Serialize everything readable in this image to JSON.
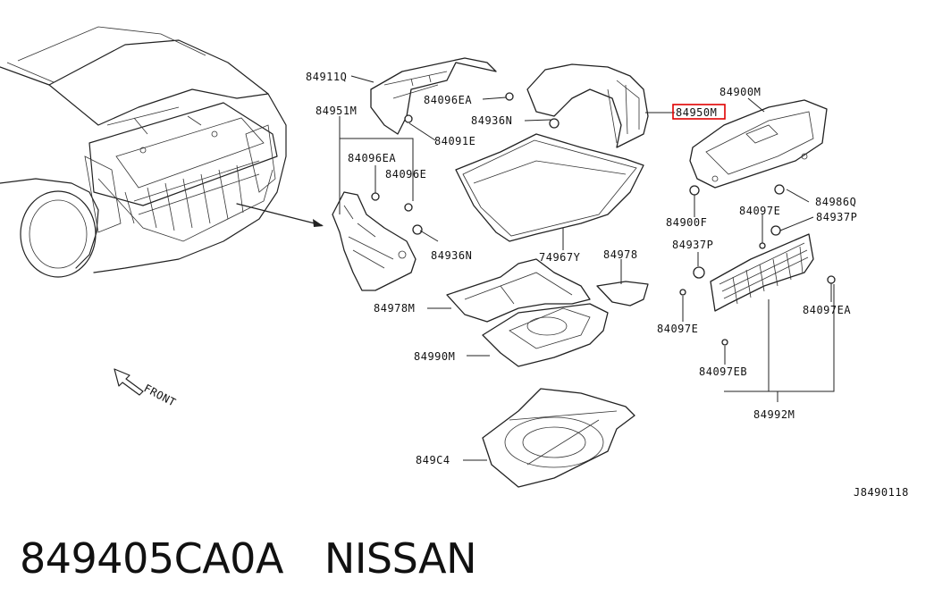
{
  "diagram": {
    "labels": {
      "p84911Q": "84911Q",
      "p84096EA_top": "84096EA",
      "p84936N_top": "84936N",
      "p84950M": "84950M",
      "p84900M": "84900M",
      "p84951M": "84951M",
      "p84091E": "84091E",
      "p84096EA_mid": "84096EA",
      "p84096E": "84096E",
      "p84986Q": "84986Q",
      "p84900F": "84900F",
      "p84097E_top": "84097E",
      "p84937P_right": "84937P",
      "p84937P_left": "84937P",
      "p84936N_mid": "84936N",
      "p74967Y": "74967Y",
      "p84978": "84978",
      "p84978M": "84978M",
      "p84097E_left": "84097E",
      "p84097EA": "84097EA",
      "p84990M": "84990M",
      "p84097EB": "84097EB",
      "p84992M": "84992M",
      "p849C4": "849C4",
      "front": "FRONT",
      "ref_code": "J8490118"
    },
    "highlight_color": "#e00000"
  },
  "caption": {
    "part_number": "849405CA0A",
    "brand": "NISSAN"
  }
}
